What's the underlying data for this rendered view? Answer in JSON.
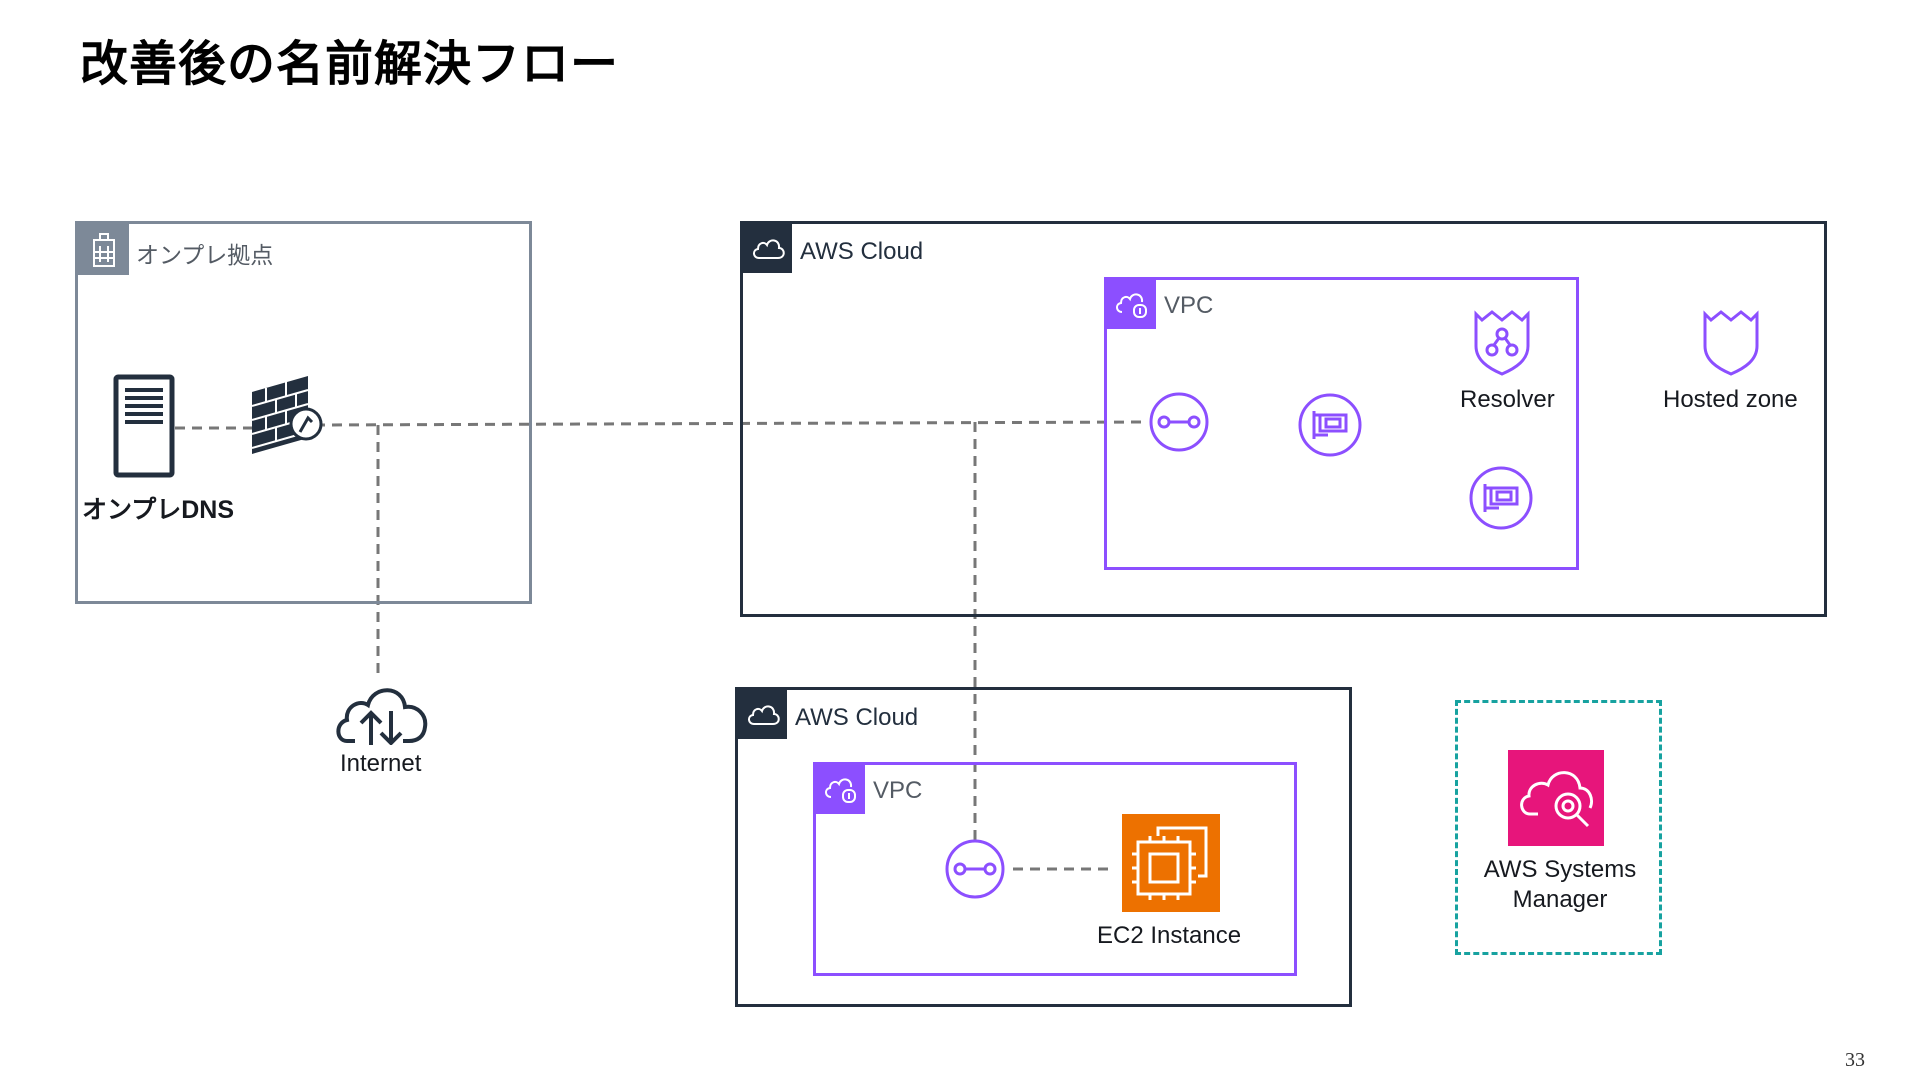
{
  "title": "改善後の名前解決フロー",
  "page_number": "33",
  "groups": {
    "onprem": "オンプレ拠点",
    "aws_cloud_top": "AWS Cloud",
    "vpc_top": "VPC",
    "aws_cloud_bottom": "AWS Cloud",
    "vpc_bottom": "VPC"
  },
  "nodes": {
    "onprem_dns": "オンプレDNS",
    "internet": "Internet",
    "resolver": "Resolver",
    "hosted_zone": "Hosted zone",
    "ec2": "EC2 Instance",
    "ssm_line1": "AWS Systems",
    "ssm_line2": "Manager"
  },
  "colors": {
    "onprem_gray": "#7d8998",
    "aws_dark": "#232f3e",
    "vpc_purple": "#8c4fff",
    "ec2_orange": "#ed7100",
    "ssm_pink": "#e7157b",
    "ssm_border": "#17a2a0",
    "connector": "#777777"
  }
}
